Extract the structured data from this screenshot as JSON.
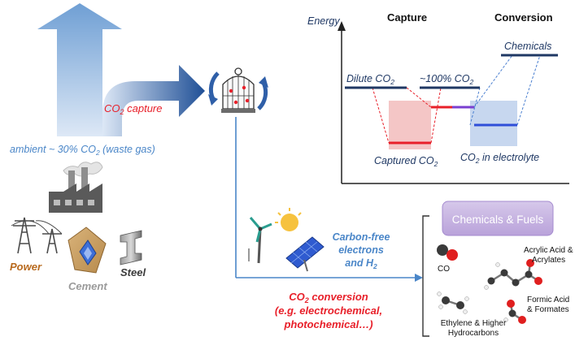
{
  "left": {
    "capture_label": "CO",
    "capture_sub": "2",
    "capture_rest": " capture",
    "ambient_pre": "ambient ~ 30% CO",
    "ambient_sub": "2",
    "ambient_post": " (waste gas)",
    "power": "Power",
    "cement": "Cement",
    "steel": "Steel"
  },
  "energy_diagram": {
    "axis_label": "Energy",
    "capture_header": "Capture",
    "conversion_header": "Conversion",
    "dilute_pre": "Dilute CO",
    "dilute_sub": "2",
    "pct100_pre": "~100% CO",
    "pct100_sub": "2",
    "chemicals": "Chemicals",
    "captured_pre": "Captured CO",
    "captured_sub": "2",
    "electrolyte_pre": "CO",
    "electrolyte_sub": "2",
    "electrolyte_post": " in electrolyte",
    "colors": {
      "navy": "#1f3864",
      "red": "#e8202a",
      "blue": "#2f4ed8",
      "pink": "#f4c6c6",
      "lightblue": "#c7d7ef"
    }
  },
  "bottom": {
    "carbon_free_1": "Carbon-free",
    "carbon_free_2": "electrons",
    "carbon_free_3_pre": "and H",
    "carbon_free_3_sub": "2",
    "conv_1_pre": "CO",
    "conv_1_sub": "2",
    "conv_1_post": " conversion",
    "conv_2": "(e.g. electrochemical,",
    "conv_3": "photochemical…)"
  },
  "products": {
    "header": "Chemicals & Fuels",
    "co": "CO",
    "acrylic_1": "Acrylic Acid &",
    "acrylic_2": "Acrylates",
    "formic_1": "Formic Acid",
    "formic_2": "& Formates",
    "ethylene_1": "Ethylene & Higher",
    "ethylene_2": "Hydrocarbons"
  }
}
